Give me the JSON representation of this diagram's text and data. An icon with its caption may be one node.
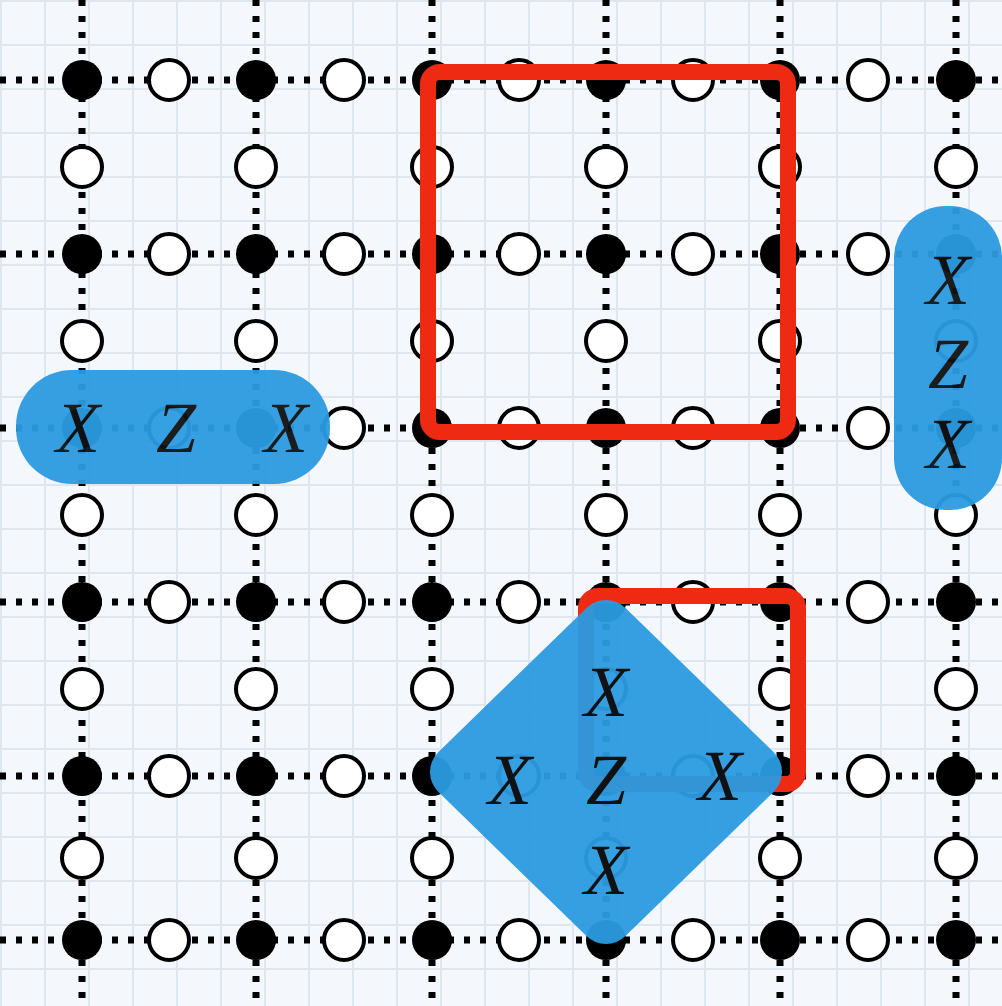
{
  "diagram": {
    "nodes": [
      {
        "text": [
          "X",
          "Z",
          "X"
        ]
      },
      {
        "text": [
          "X",
          "Z",
          "X"
        ]
      },
      {
        "text": [
          "X",
          "X",
          "Z",
          "X",
          "X"
        ]
      }
    ]
  }
}
